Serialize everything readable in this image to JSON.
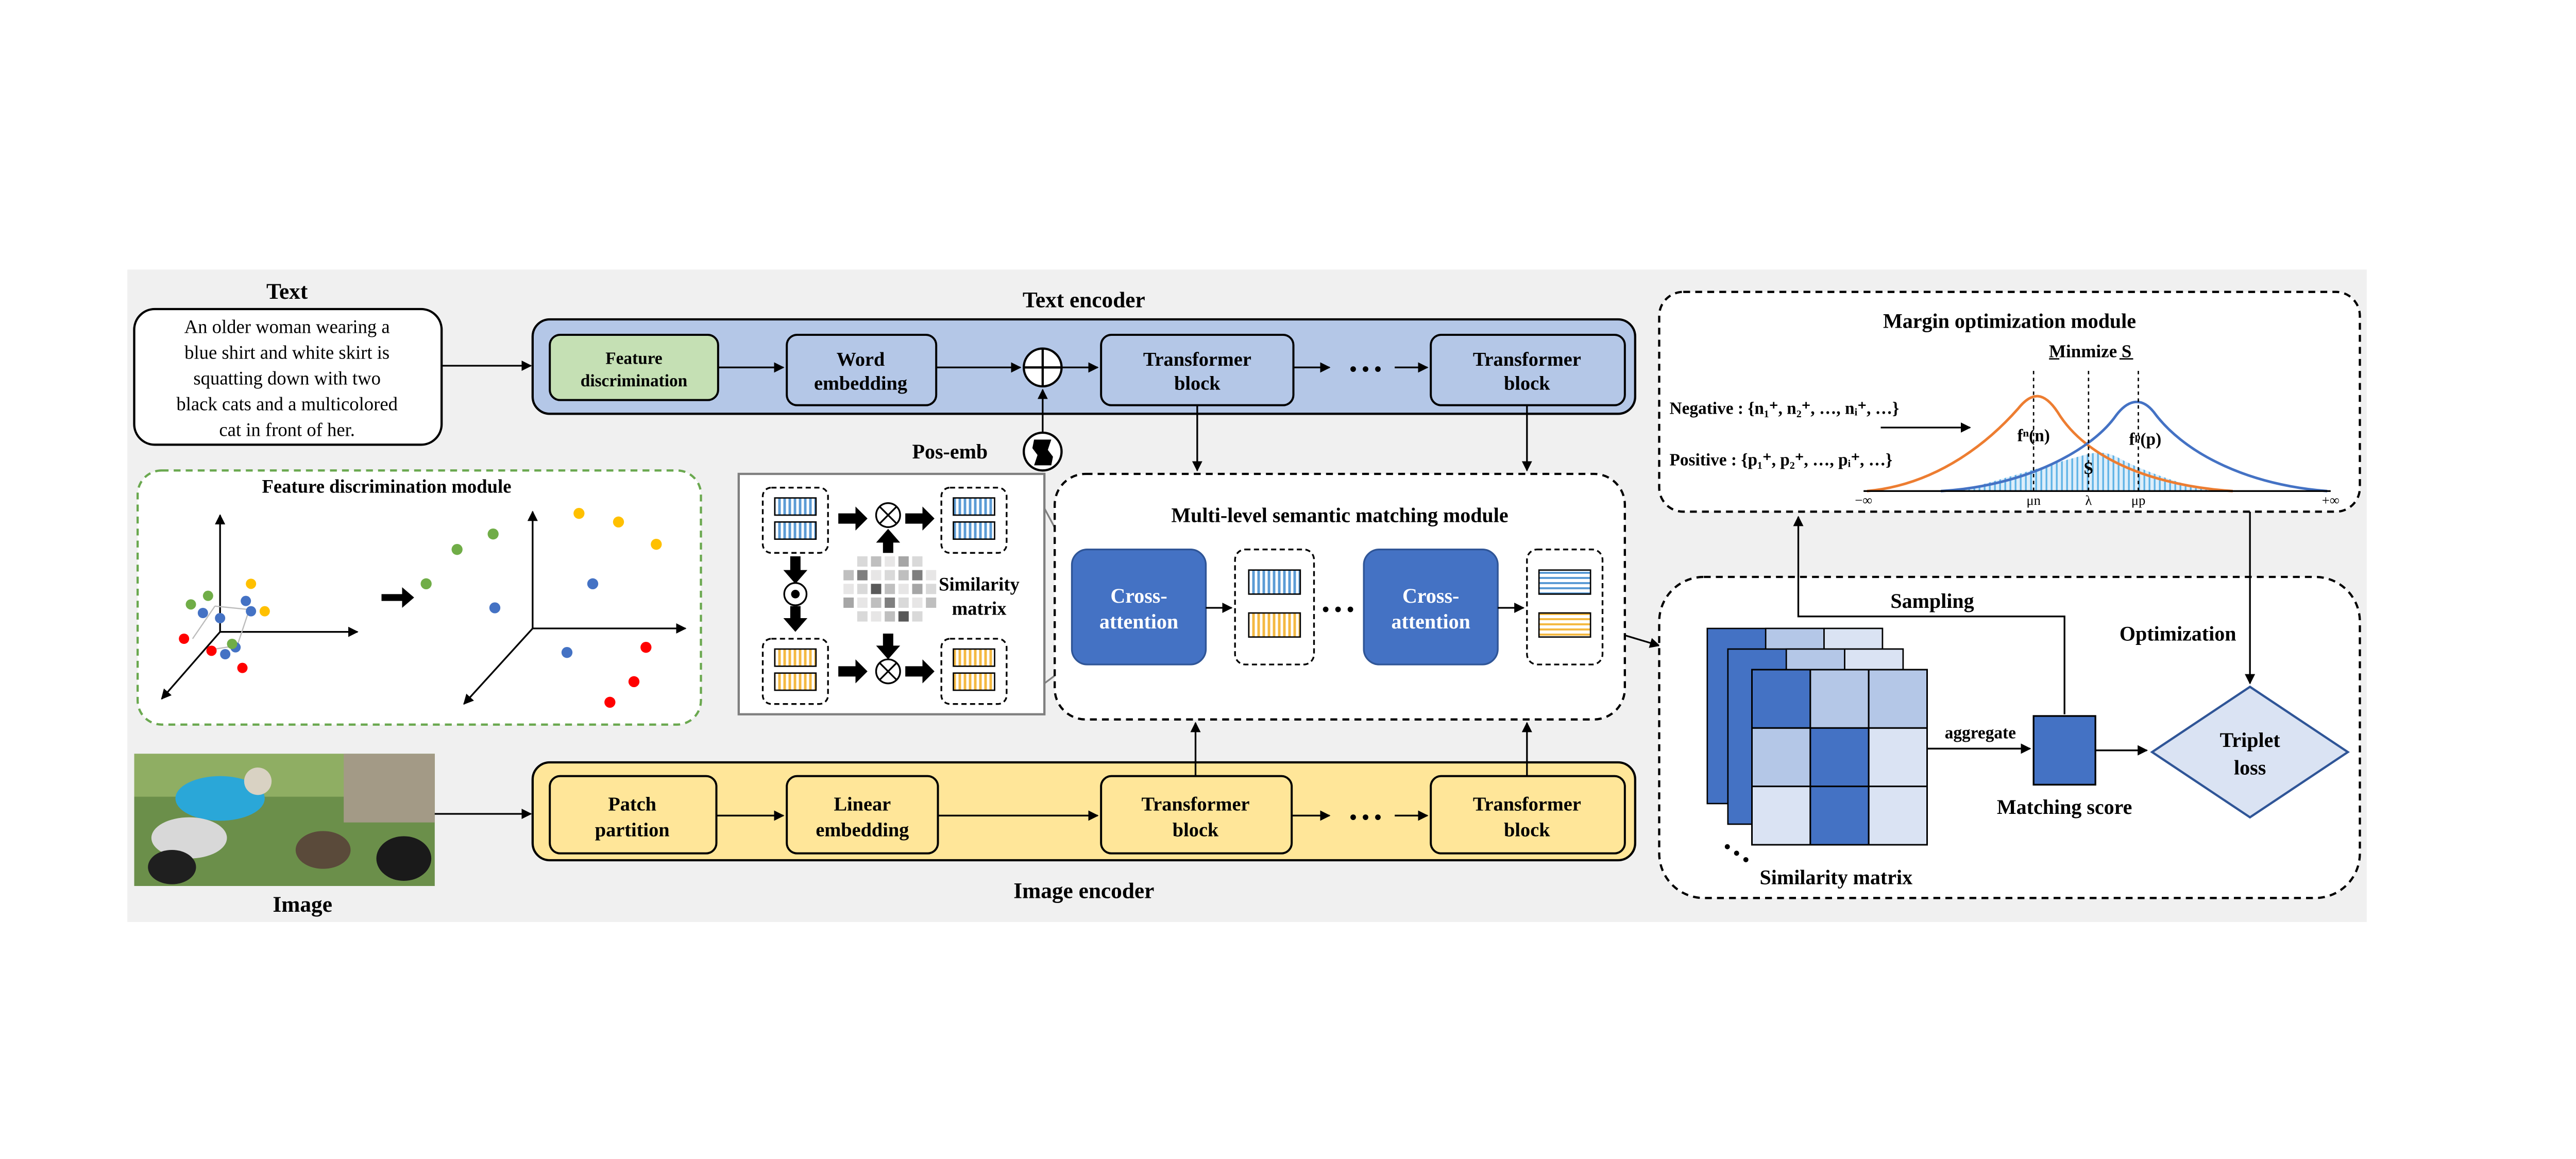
{
  "text_section": {
    "label": "Text",
    "caption_lines": [
      "An older woman wearing a",
      "blue shirt and white skirt is",
      "squatting down with two",
      "black cats and a multicolored",
      "cat in front of her."
    ]
  },
  "text_encoder": {
    "title": "Text encoder",
    "feature_discrimination": [
      "Feature",
      "discrimination"
    ],
    "word_embedding": [
      "Word",
      "embedding"
    ],
    "transformer_block": [
      "Transformer",
      "block"
    ],
    "ellipsis": "• • •",
    "pos_emb": "Pos-emb"
  },
  "image_encoder": {
    "title": "Image encoder",
    "patch_partition": [
      "Patch",
      "partition"
    ],
    "linear_embedding": [
      "Linear",
      "embedding"
    ],
    "transformer_block": [
      "Transformer",
      "block"
    ],
    "ellipsis": "• • •"
  },
  "image_section": {
    "label": "Image"
  },
  "feature_module": {
    "title": "Feature discrimination module"
  },
  "similarity_inset": {
    "label": [
      "Similarity",
      "matrix"
    ]
  },
  "matching_module": {
    "title": "Multi-level semantic matching module",
    "cross_attention": [
      "Cross-",
      "attention"
    ],
    "ellipsis": "• • •"
  },
  "margin_module": {
    "title": "Margin optimization module",
    "minimize": "Minmize S",
    "negative": "Negative : {n₁⁺, n₂⁺, …, nᵢ⁺, …}",
    "positive": "Positive : {p₁⁺, p₂⁺, …, pᵢ⁺, …}",
    "fn": "fⁿ(n)",
    "fp": "fᵖ(p)",
    "s_label": "S",
    "axis_left": "−∞",
    "axis_right": "+∞",
    "mu_n": "μn",
    "lambda": "λ",
    "mu_p": "μp"
  },
  "optimization_panel": {
    "sampling": "Sampling",
    "optimization": "Optimization",
    "aggregate": "aggregate",
    "matching_score": "Matching score",
    "similarity_matrix": "Similarity matrix",
    "triplet_loss": [
      "Triplet",
      "loss"
    ],
    "dots": "• • •"
  },
  "colors": {
    "encoder_blue": "#b4c7e7",
    "block_blue": "#4472c4",
    "encoder_yellow": "#ffe699",
    "feature_green": "#c5e0b4",
    "neg_curve": "#ed7d31",
    "pos_curve": "#4472c4",
    "panel_bg": "#f0f0f0"
  }
}
